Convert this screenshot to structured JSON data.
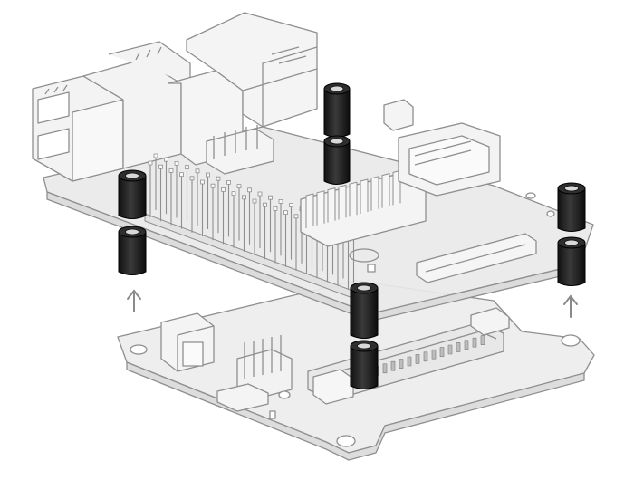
{
  "illustration": {
    "subject": "exploded-assembly-drawing",
    "board_colors": {
      "board_fill": "#ededed",
      "board_stroke": "#8f8f8f",
      "component_fill": "#f3f3f3",
      "spacer_fill": "#1d1d1d",
      "spacer_highlight": "#4a4a4a",
      "arrow_color": "#8a8a8a"
    },
    "parts": {
      "top_board": "single-board-computer",
      "bottom_board": "expansion-board",
      "spacers": 4,
      "arrows": 2
    }
  }
}
